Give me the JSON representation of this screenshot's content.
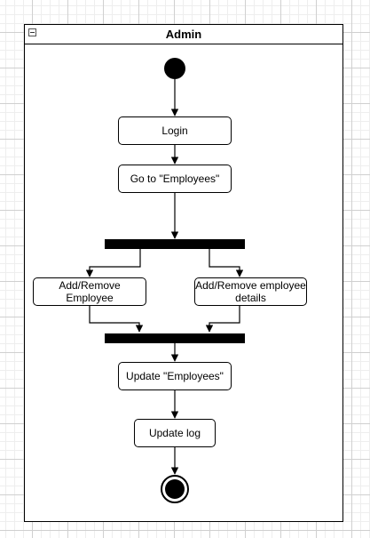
{
  "swimlane": {
    "title": "Admin"
  },
  "actions": {
    "login": "Login",
    "go_to_employees": "Go to \"Employees\"",
    "add_remove_employee": "Add/Remove Employee",
    "add_remove_employee_details": "Add/Remove employee details",
    "update_employees": "Update \"Employees\"",
    "update_log": "Update log"
  }
}
